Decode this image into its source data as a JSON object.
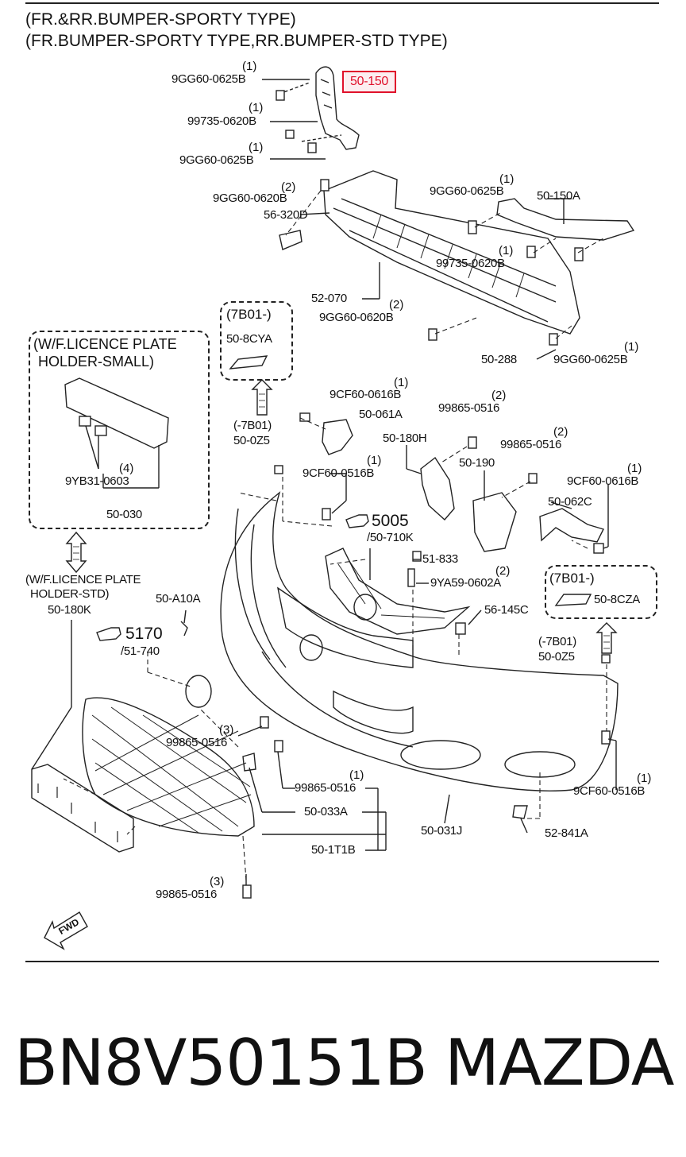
{
  "header": {
    "line1": "(FR.&RR.BUMPER-SPORTY TYPE)",
    "line2": "(FR.BUMPER-SPORTY TYPE,RR.BUMPER-STD TYPE)"
  },
  "callouts": {
    "c1": {
      "part": "9GG60-0625B",
      "qty": "(1)"
    },
    "c2": {
      "part": "50-150",
      "highlighted": true,
      "highlight_color": "#e0112b"
    },
    "c3": {
      "part": "99735-0620B",
      "qty": "(1)"
    },
    "c4": {
      "part": "9GG60-0625B",
      "qty": "(1)"
    },
    "c5": {
      "part": "9GG60-0620B",
      "qty": "(2)"
    },
    "c6": {
      "part": "56-320D"
    },
    "c7": {
      "part": "9GG60-0625B",
      "qty": "(1)"
    },
    "c8": {
      "part": "50-150A"
    },
    "c9": {
      "part": "99735-0620B",
      "qty": "(1)"
    },
    "c10": {
      "part": "52-070"
    },
    "c11": {
      "part": "9GG60-0620B",
      "qty": "(2)"
    },
    "c12": {
      "part": "50-288"
    },
    "c13": {
      "part": "9GG60-0625B",
      "qty": "(1)"
    },
    "c14": {
      "part": "9CF60-0616B",
      "qty": "(1)"
    },
    "c15": {
      "part": "50-061A"
    },
    "c16": {
      "part": "99865-0516",
      "qty": "(2)"
    },
    "c17": {
      "part": "50-180H"
    },
    "c18": {
      "part": "99865-0516",
      "qty": "(2)"
    },
    "c19": {
      "part": "50-190"
    },
    "c20": {
      "part": "9CF60-0616B",
      "qty": "(1)"
    },
    "c21": {
      "part": "50-062C"
    },
    "c22": {
      "part": "9CF60-0516B",
      "qty": "(1)"
    },
    "c23": {
      "part": "5005",
      "sub": "/50-710K"
    },
    "c24": {
      "part": "51-833"
    },
    "c25": {
      "part": "9YA59-0602A",
      "qty": "(2)"
    },
    "c26": {
      "part": "56-145C"
    },
    "c27": {
      "part": "50-A10A"
    },
    "c28": {
      "part": "5170",
      "sub": "/51-740"
    },
    "c29": {
      "part": "99865-0516",
      "qty": "(3)"
    },
    "c30": {
      "part": "99865-0516",
      "qty": "(1)"
    },
    "c31": {
      "part": "50-033A"
    },
    "c32": {
      "part": "50-1T1B"
    },
    "c33": {
      "part": "50-031J"
    },
    "c34": {
      "part": "52-841A"
    },
    "c35": {
      "part": "9CF60-0516B",
      "qty": "(1)"
    },
    "c36": {
      "part": "99865-0516",
      "qty": "(3)"
    },
    "c37": {
      "code": "(-7B01)",
      "part": "50-0Z5"
    },
    "c38": {
      "code": "(-7B01)",
      "part": "50-0Z5"
    }
  },
  "option_boxes": {
    "licence_small": {
      "line1": "(W/F.LICENCE PLATE",
      "line2": "HOLDER-SMALL)",
      "fastener_qty": "(4)",
      "fastener": "9YB31-0603",
      "part": "50-030"
    },
    "licence_std": {
      "line1": "(W/F.LICENCE PLATE",
      "line2": "HOLDER-STD)",
      "part": "50-180K"
    },
    "box_7b01_a": {
      "code": "(7B01-)",
      "part": "50-8CYA"
    },
    "box_7b01_b": {
      "code": "(7B01-)",
      "part": "50-8CZA"
    }
  },
  "fwd_label": "FWD",
  "footer": {
    "part_number": "BN8V50151B",
    "brand": "MAZDA"
  }
}
